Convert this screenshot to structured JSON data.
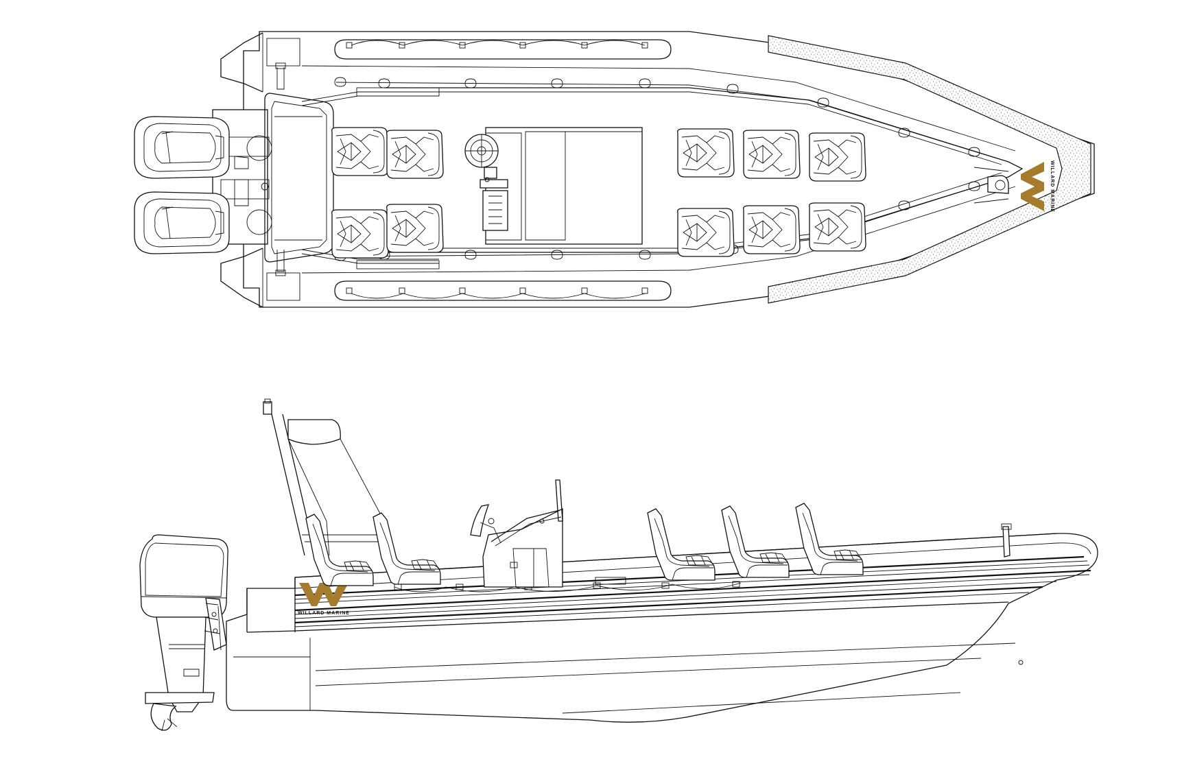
{
  "drawing": {
    "brand": {
      "deck_logo_text": "WILLARD MARINE",
      "hull_logo_text": "WILLARD MARINE",
      "logo_color": "#A57B2E"
    },
    "line_color": "#111111",
    "background": "#ffffff",
    "views": [
      "top",
      "side"
    ]
  }
}
